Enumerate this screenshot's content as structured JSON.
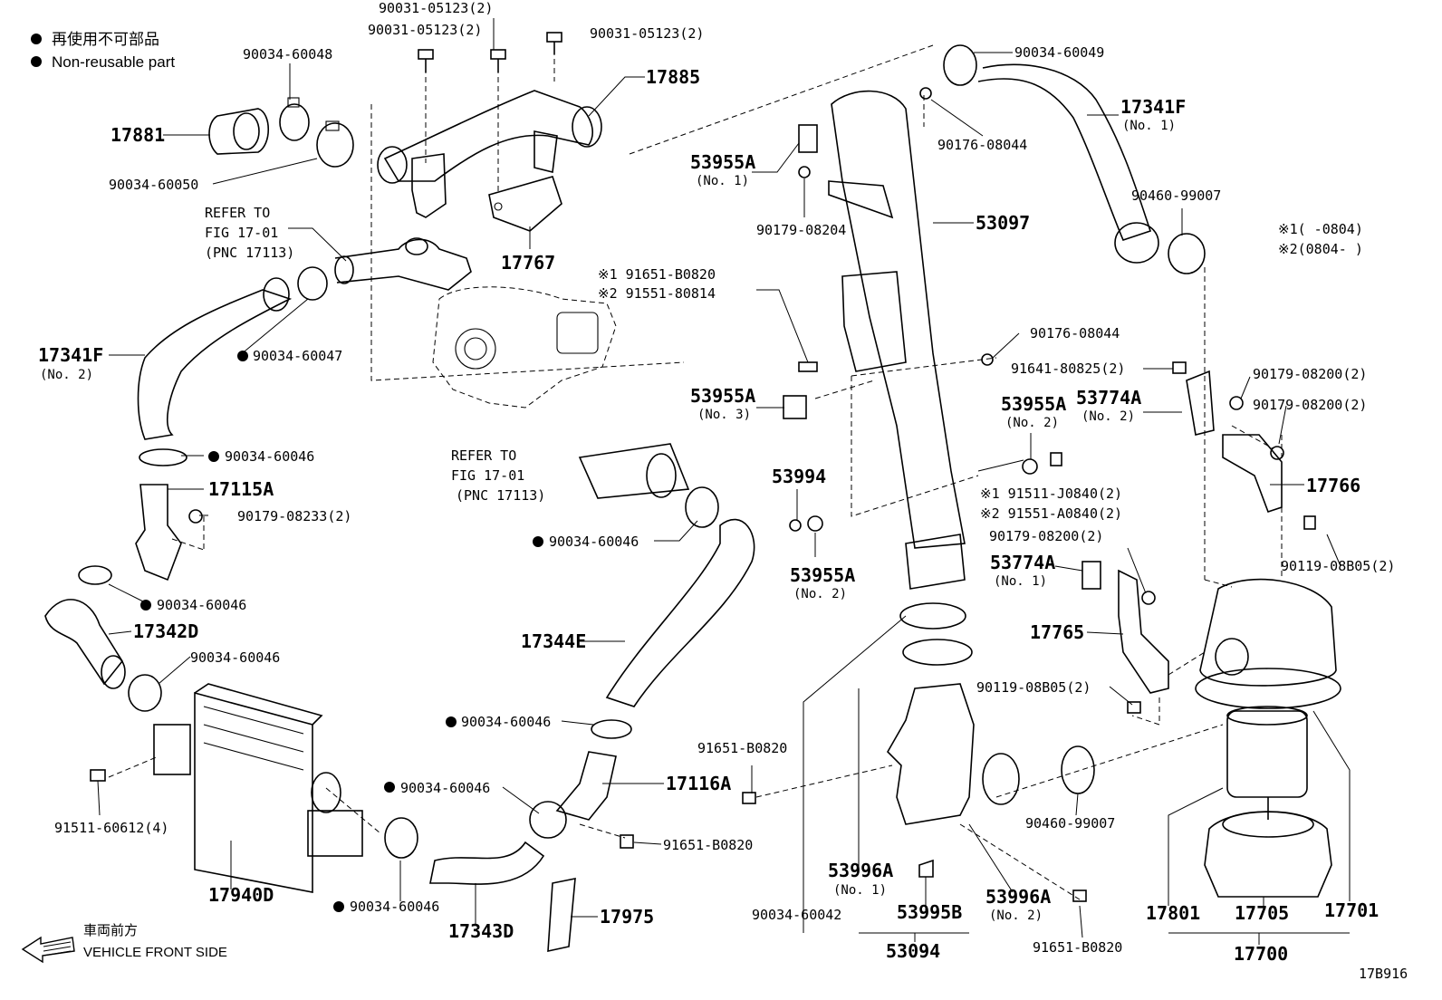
{
  "legend": {
    "jp": "再使用不可部品",
    "en": "Non-reusable part",
    "bullet": "●"
  },
  "front": {
    "jp": "車両前方",
    "en": "VEHICLE FRONT SIDE"
  },
  "figure_id": "17B916",
  "variants": {
    "v1": "※1(     -0804)",
    "v2": "※2(0804-     )"
  },
  "refs": {
    "r1": [
      "REFER TO",
      "FIG 17-01",
      "(PNC 17113)"
    ],
    "r2": [
      "REFER TO",
      "FIG 17-01",
      "(PNC 17113)"
    ]
  },
  "labels": {
    "p90031a": "90031-05123(2)",
    "p90031b": "90031-05123(2)",
    "p90031c": "90031-05123(2)",
    "p90034_60048": "90034-60048",
    "p17885": "17885",
    "p17881": "17881",
    "p90034_60050": "90034-60050",
    "p17767": "17767",
    "p90034_60049": "90034-60049",
    "p17341F_1": "17341F",
    "p17341F_1sub": "(No. 1)",
    "p90176_a": "90176-08044",
    "p53955A_1": "53955A",
    "p53955A_1sub": "(No. 1)",
    "p90179_08204": "90179-08204",
    "p53097": "53097",
    "p90460_a": "90460-99007",
    "p91651_b0820_v1": "※1 91651-B0820",
    "p91551_80814_v2": "※2 91551-80814",
    "p17341F_2": "17341F",
    "p17341F_2sub": "(No. 2)",
    "p90034_60047": "90034-60047",
    "p90176_b": "90176-08044",
    "p91641": "91641-80825(2)",
    "p90179_08200a": "90179-08200(2)",
    "p90179_08200b": "90179-08200(2)",
    "p53955A_3": "53955A",
    "p53955A_3sub": "(No. 3)",
    "p53955A_2a": "53955A",
    "p53955A_2asub": "(No. 2)",
    "p53774A_2": "53774A",
    "p53774A_2sub": "(No. 2)",
    "p90034_60046a": "90034-60046",
    "p17115A": "17115A",
    "p90179_08233": "90179-08233(2)",
    "p53994": "53994",
    "p91511_j0840_v1": "※1 91511-J0840(2)",
    "p91551_a0840_v2": "※2 91551-A0840(2)",
    "p17766": "17766",
    "p90034_60046b": "90034-60046",
    "p90179_08200c": "90179-08200(2)",
    "p90119_08b05a": "90119-08B05(2)",
    "p53955A_2b": "53955A",
    "p53955A_2bsub": "(No. 2)",
    "p53774A_1": "53774A",
    "p53774A_1sub": "(No. 1)",
    "p90034_60046c": "90034-60046",
    "p17342D": "17342D",
    "p17765": "17765",
    "p90034_60046d": "90034-60046",
    "p17344E": "17344E",
    "p90119_08b05b": "90119-08B05(2)",
    "p90034_60046e": "90034-60046",
    "p91651_b0820a": "91651-B0820",
    "p17116A": "17116A",
    "p90034_60046f": "90034-60046",
    "p91511_60612": "91511-60612(4)",
    "p90460_b": "90460-99007",
    "p91651_b0820b": "91651-B0820",
    "p53996A_1": "53996A",
    "p53996A_1sub": "(No. 1)",
    "p53996A_2": "53996A",
    "p53996A_2sub": "(No. 2)",
    "p17940D": "17940D",
    "p90034_60046g": "90034-60046",
    "p17343D": "17343D",
    "p17975": "17975",
    "p90034_60042": "90034-60042",
    "p53995B": "53995B",
    "p91651_b0820c": "91651-B0820",
    "p17801": "17801",
    "p17705": "17705",
    "p17701": "17701",
    "p53094": "53094",
    "p17700": "17700"
  }
}
